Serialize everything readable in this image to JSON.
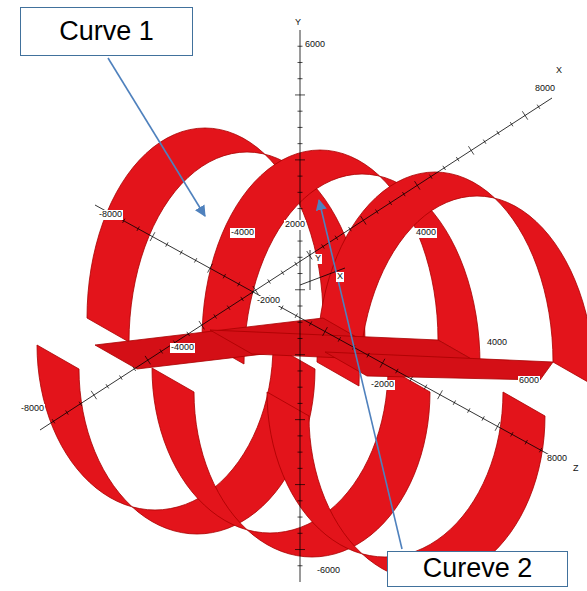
{
  "diagram": {
    "nodes": [
      {
        "text": [
          "Curve 1"
        ]
      },
      {
        "text": [
          "Cureve 2"
        ]
      }
    ],
    "labels": [
      "Y",
      "6000",
      "X",
      "8000",
      "-8000",
      "-4000",
      "2000",
      "4000",
      "Y",
      "X",
      "-2000",
      "-4000",
      "4000",
      "-2000",
      "6000",
      "-8000",
      "8000",
      "Z",
      "-6000"
    ]
  }
}
